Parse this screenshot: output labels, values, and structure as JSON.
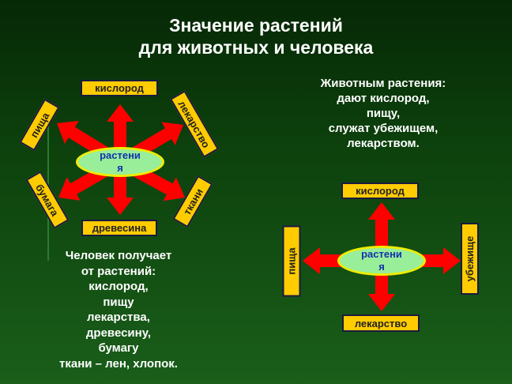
{
  "title": {
    "line1": "Значение растений",
    "line2": "для животных и человека"
  },
  "animals_text": [
    "Животным растения:",
    "дают кислород,",
    "пищу,",
    "служат убежищем,",
    "лекарством."
  ],
  "human_text": [
    "Человек получает",
    "от растений:",
    "кислород,",
    "пищу",
    "лекарства,",
    "древесину,",
    "бумагу",
    "ткани – лен, хлопок."
  ],
  "left_diagram": {
    "center": [
      "растени",
      "я"
    ],
    "items": [
      "кислород",
      "пища",
      "лекарство",
      "бумага",
      "ткани",
      "древесина"
    ]
  },
  "right_diagram": {
    "center": [
      "растени",
      "я"
    ],
    "items": [
      "кислород",
      "пища",
      "убежище",
      "лекарство"
    ]
  },
  "colors": {
    "arrow": "#ff0000",
    "box": "#ffcc00",
    "ellipse": "#99ee99"
  }
}
